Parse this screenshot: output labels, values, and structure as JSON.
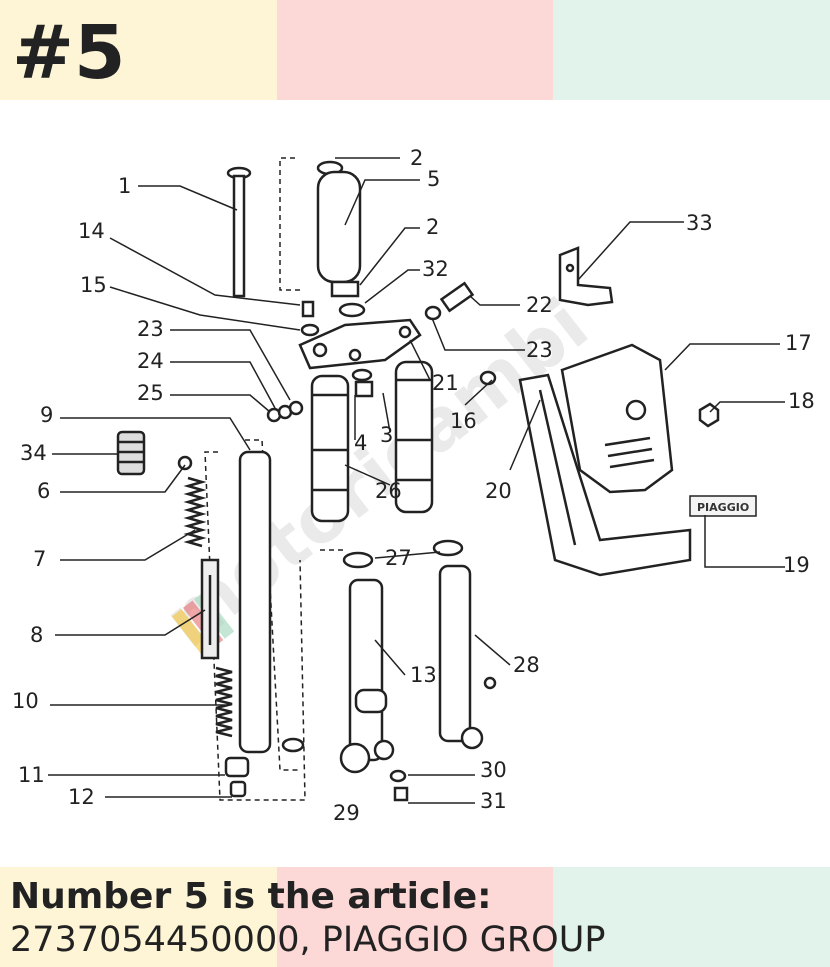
{
  "header": {
    "title": "#5"
  },
  "colors": {
    "yellow": "#fdf5d6",
    "pink": "#fcd9d6",
    "mint": "#e2f3ec",
    "ink": "#222222"
  },
  "caption": {
    "line1": "Number 5 is the article:",
    "line2": "2737054450000, PIAGGIO GROUP"
  },
  "diagram": {
    "watermark": "motoricambi",
    "badge": "PIAGGIO",
    "callouts": [
      "1",
      "2",
      "5",
      "2",
      "14",
      "32",
      "15",
      "22",
      "23",
      "23",
      "24",
      "21",
      "25",
      "4",
      "3",
      "9",
      "16",
      "33",
      "17",
      "18",
      "34",
      "26",
      "20",
      "6",
      "7",
      "27",
      "19",
      "8",
      "13",
      "28",
      "10",
      "11",
      "30",
      "12",
      "29",
      "31"
    ]
  }
}
